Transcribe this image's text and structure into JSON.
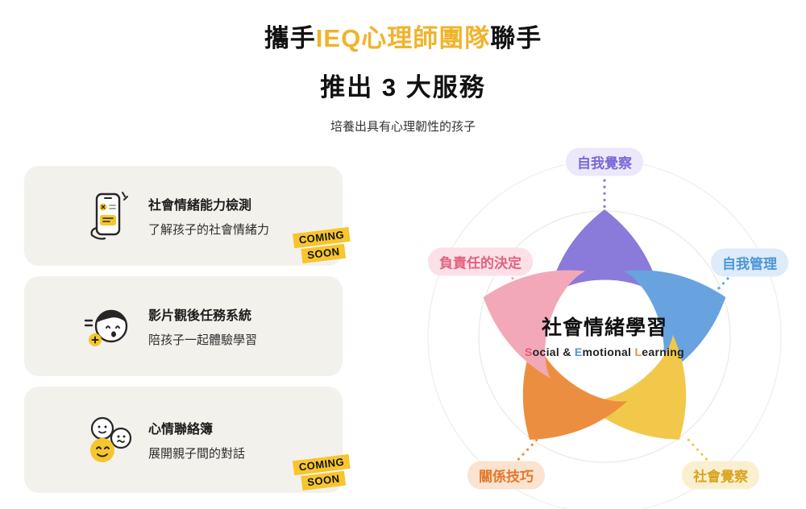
{
  "header": {
    "line1_prefix": "攜手",
    "line1_highlight": "IEQ心理師團隊",
    "line1_suffix": "聯手",
    "highlight_color": "#F0B32A",
    "line2": "推出 3 大服務",
    "subtitle": "培養出具有心理韌性的孩子"
  },
  "services": {
    "card_bg": "#F3F1EC",
    "badge_bg": "#F7C52D",
    "items": [
      {
        "icon": "phone-assessment-icon",
        "title": "社會情緒能力檢測",
        "description": "了解孩子的社會情緒力",
        "badge": {
          "line1": "COMING",
          "line2": "SOON"
        }
      },
      {
        "icon": "child-face-icon",
        "title": "影片觀後任務系統",
        "description": "陪孩子一起體驗學習"
      },
      {
        "icon": "mood-faces-icon",
        "title": "心情聯絡簿",
        "description": "展開親子間的對話",
        "badge": {
          "line1": "COMING",
          "line2": "SOON"
        }
      }
    ]
  },
  "sel": {
    "center_title": "社會情緒學習",
    "subtitle_parts": {
      "s": "S",
      "p1": "ocial ",
      "amp": "& ",
      "e": "E",
      "p2": "motional ",
      "l": "L",
      "p3": "earning"
    },
    "subtitle_colors": {
      "s": "#E2557B",
      "e": "#4D96D9",
      "l": "#ED8A3C"
    },
    "petals": [
      {
        "name": "self-awareness",
        "color": "#8A7AD9"
      },
      {
        "name": "self-management",
        "color": "#68A3E0"
      },
      {
        "name": "social-awareness",
        "color": "#F2C84B"
      },
      {
        "name": "relationship-skills",
        "color": "#EC8E3F"
      },
      {
        "name": "responsible-decision-making",
        "color": "#F3A8B8"
      }
    ],
    "labels": [
      {
        "text": "自我覺察",
        "text_color": "#7A68D8",
        "bg": "#ECE8FA"
      },
      {
        "text": "自我管理",
        "text_color": "#4D96D9",
        "bg": "#DDEBFA"
      },
      {
        "text": "社會覺察",
        "text_color": "#D9A31F",
        "bg": "#FAF0CF"
      },
      {
        "text": "關係技巧",
        "text_color": "#E2782B",
        "bg": "#FAE3D0"
      },
      {
        "text": "負責任的決定",
        "text_color": "#E4617F",
        "bg": "#FBE1E7"
      }
    ]
  }
}
